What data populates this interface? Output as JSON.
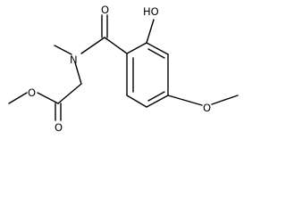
{
  "molecule": {
    "atoms": {
      "carbonyl_oxygen": "O",
      "hydroxyl": "HO",
      "amide_nitrogen": "N",
      "ring_methoxy_oxygen": "O",
      "ester_carbonyl_oxygen": "O",
      "ester_oxygen": "O"
    }
  },
  "colors": {
    "bond": "#000000",
    "label": "#000000",
    "background": "#ffffff"
  }
}
